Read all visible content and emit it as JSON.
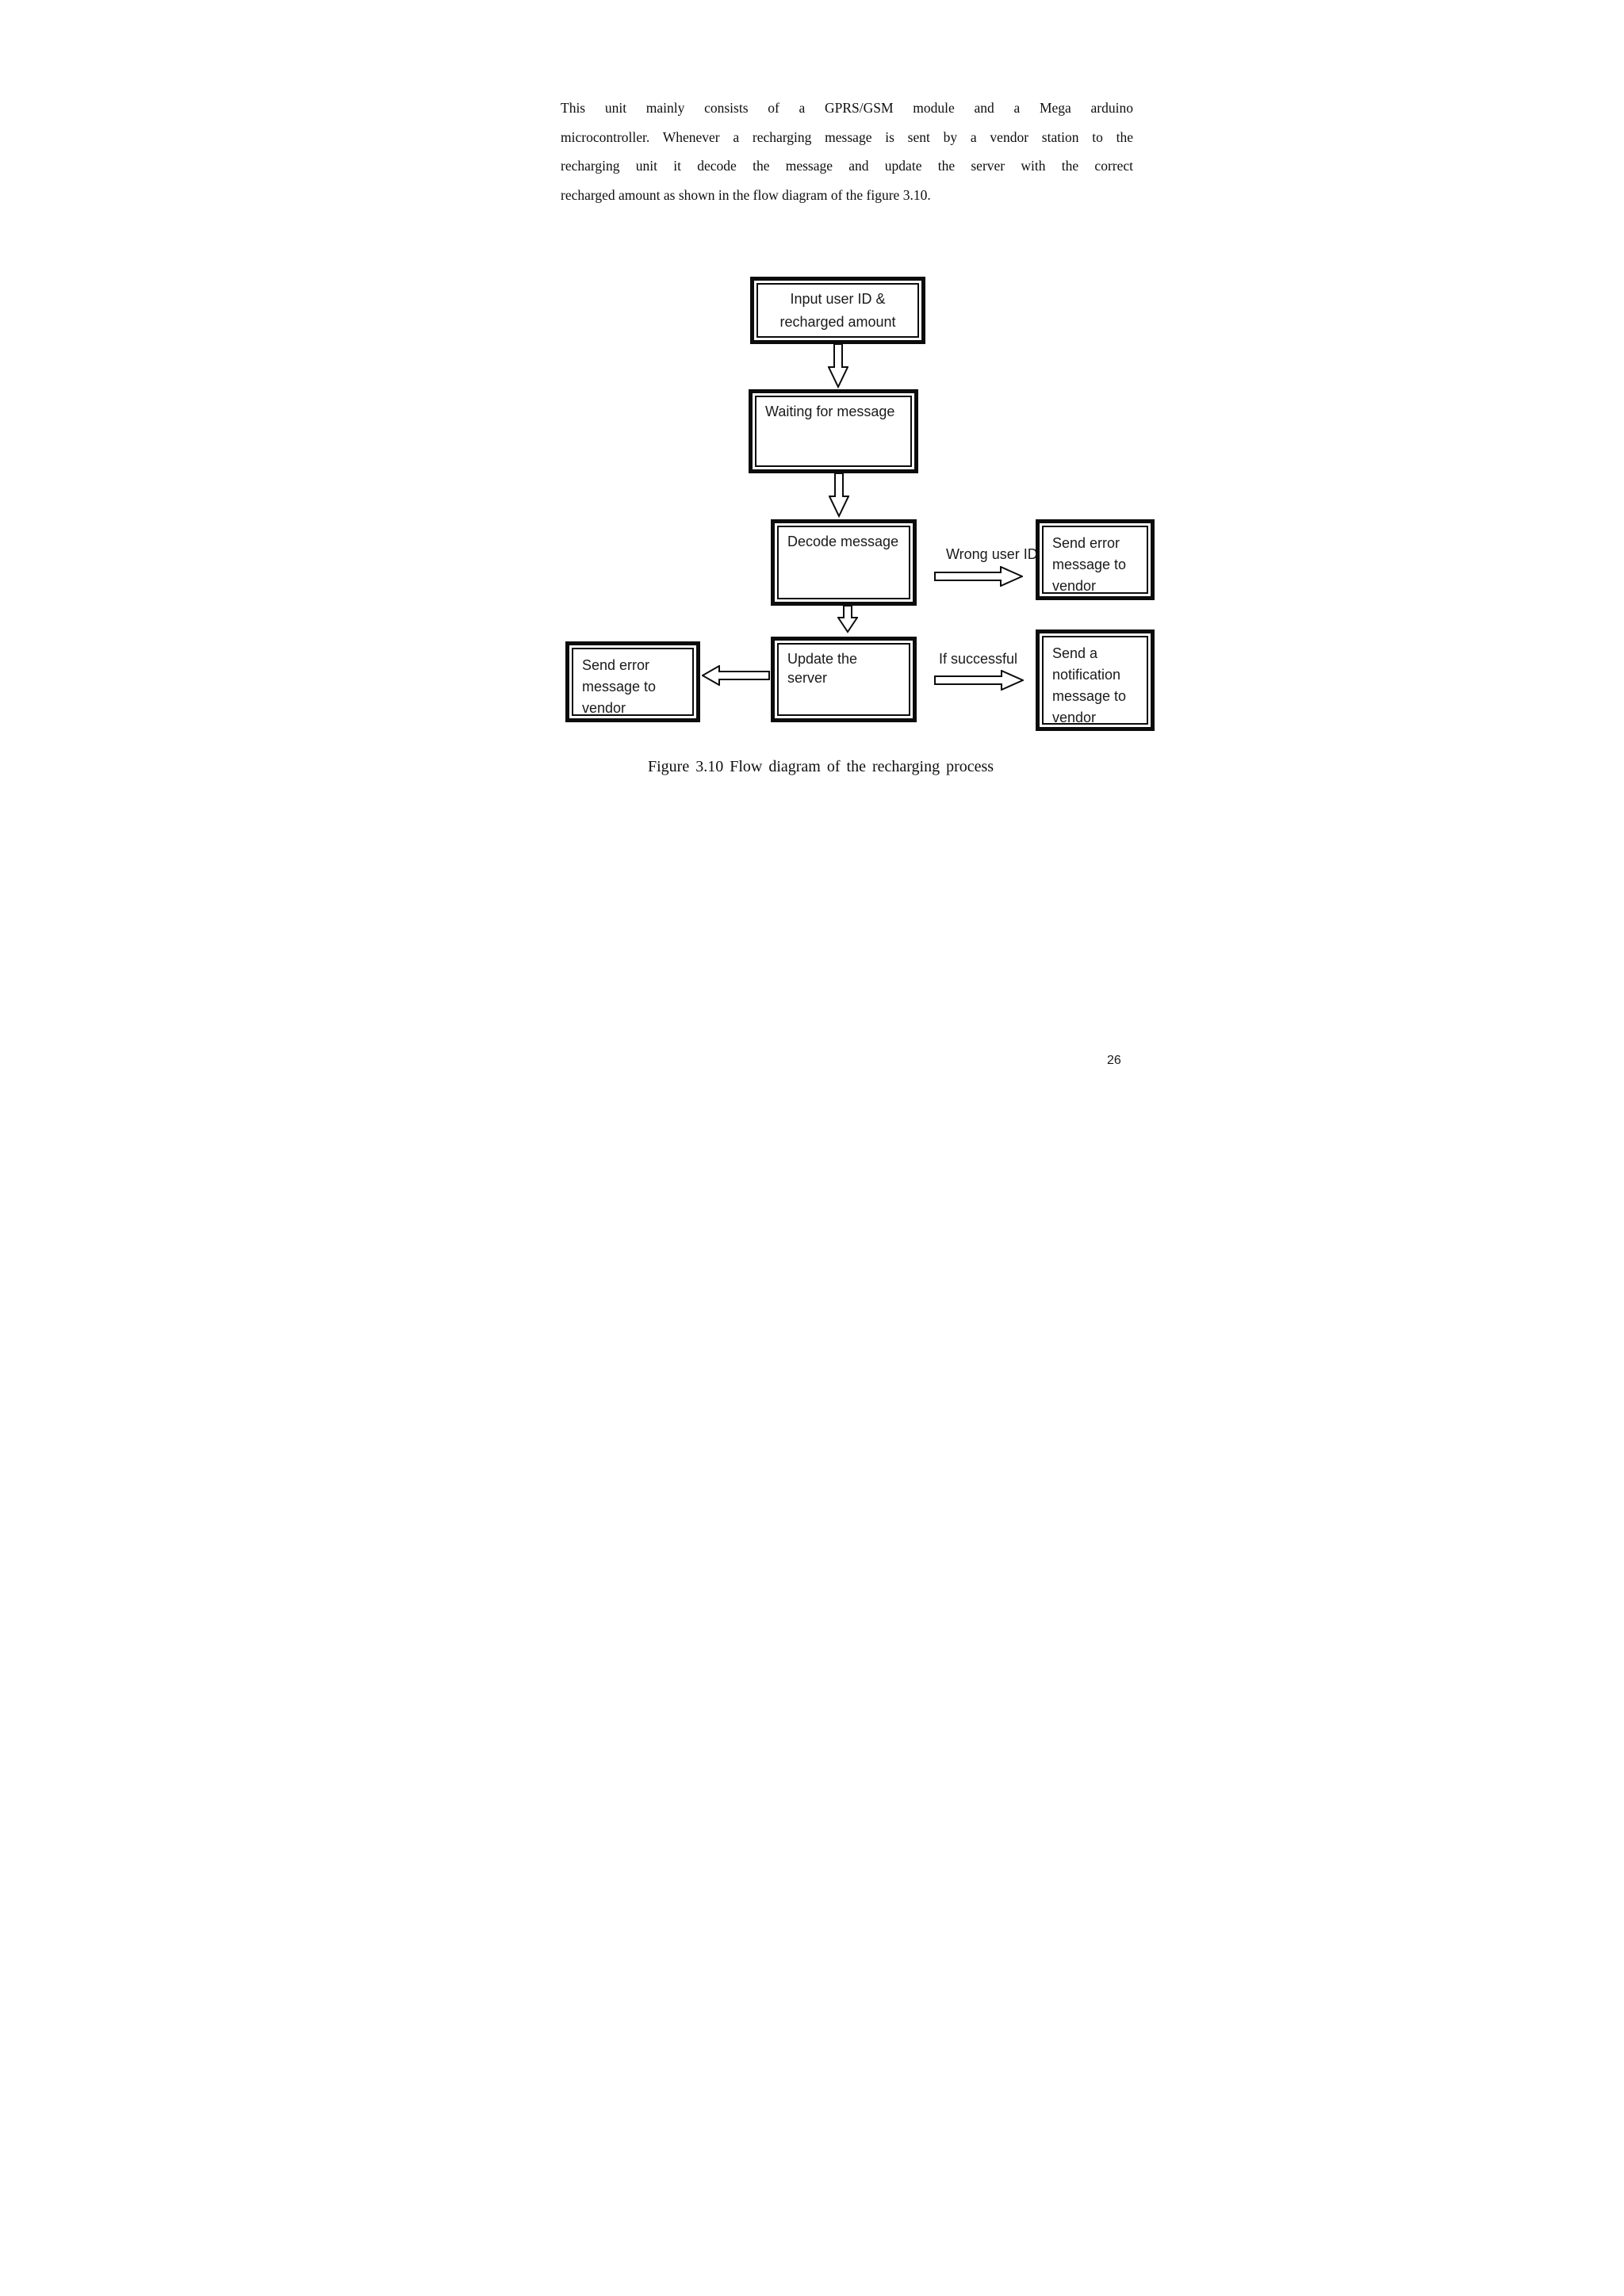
{
  "page": {
    "paragraph": {
      "lines": [
        "This unit mainly consists of a GPRS/GSM module and a Mega arduino",
        "microcontroller. Whenever a recharging message is sent by a vendor station to the",
        "recharging unit it decode the message and update the server with the correct",
        "recharged amount as shown in the flow diagram of the figure 3.10."
      ]
    },
    "caption": "Figure 3.10 Flow diagram of the recharging process",
    "number": "26"
  },
  "diagram": {
    "type": "flowchart",
    "colors": {
      "ink": "#0c0c0c",
      "background": "#ffffff"
    },
    "nodes": {
      "input": {
        "line1": "Input user ID &",
        "line2": "recharged amount"
      },
      "waiting": {
        "label": "Waiting for message"
      },
      "decode": {
        "label": "Decode message"
      },
      "update": {
        "label": "Update the server"
      },
      "error_right": {
        "lines": [
          "Send error",
          "message to",
          "vendor"
        ]
      },
      "notify_right": {
        "lines": [
          "Send a",
          "notification",
          "message to",
          "vendor"
        ]
      },
      "error_left": {
        "lines": [
          "Send error",
          "message to",
          "vendor"
        ]
      }
    },
    "edges": {
      "wrong_user_label": "Wrong user ID",
      "if_successful_label": "If successful"
    }
  }
}
